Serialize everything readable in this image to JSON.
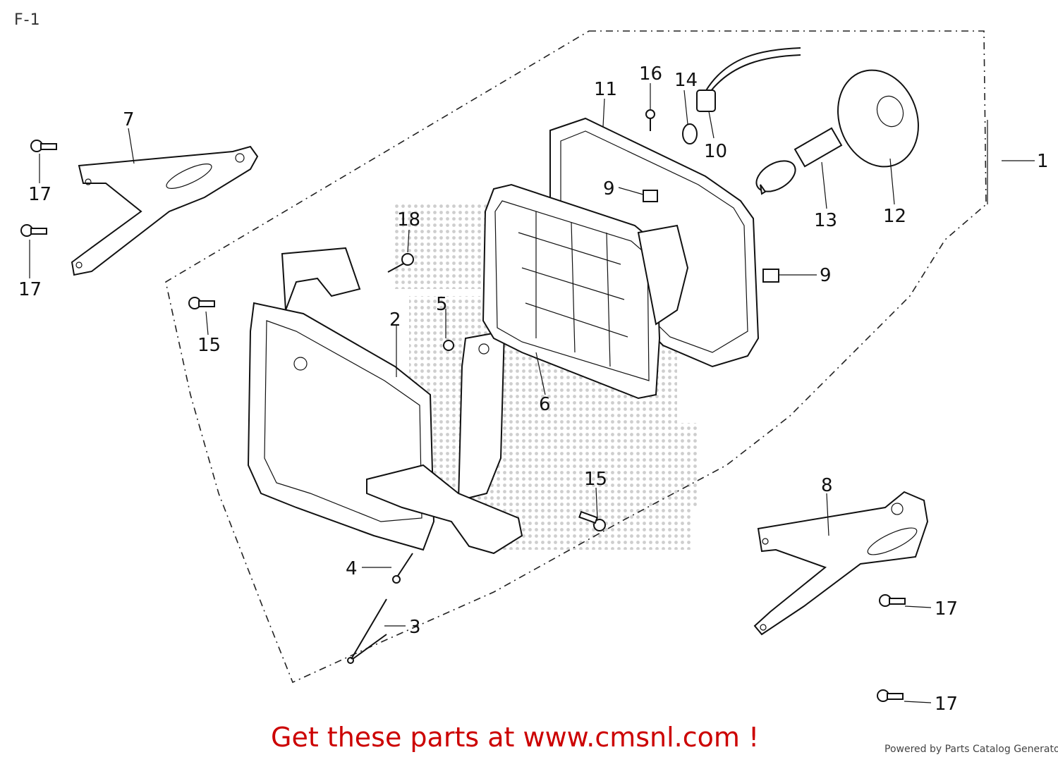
{
  "page": {
    "label": "F-1",
    "promo_text": "Get these parts at www.cmsnl.com !",
    "powered_by": "Powered by Parts Catalog Generator",
    "promo_color": "#cc0000"
  },
  "callouts": {
    "c1": "1",
    "c2": "2",
    "c3": "3",
    "c4": "4",
    "c5": "5",
    "c6": "6",
    "c7": "7",
    "c8": "8",
    "c9a": "9",
    "c9b": "9",
    "c10": "10",
    "c11": "11",
    "c12": "12",
    "c13": "13",
    "c14": "14",
    "c15a": "15",
    "c15b": "15",
    "c16": "16",
    "c17a": "17",
    "c17b": "17",
    "c17c": "17",
    "c17d": "17",
    "c18": "18"
  },
  "parts": {
    "headlight_assembly": "1",
    "headlight_case": "2",
    "long_screw": "3",
    "adjust_screw": "4",
    "nut": "5",
    "headlight_unit": "6",
    "stay_left": "7",
    "stay_right": "8",
    "clip_nut": "9",
    "socket": "10",
    "rim": "11",
    "dust_cover": "12",
    "bulb": "13",
    "position_bulb": "14",
    "bolt": "15",
    "screw": "16",
    "flange_bolt": "17",
    "tapping_screw": "18"
  }
}
